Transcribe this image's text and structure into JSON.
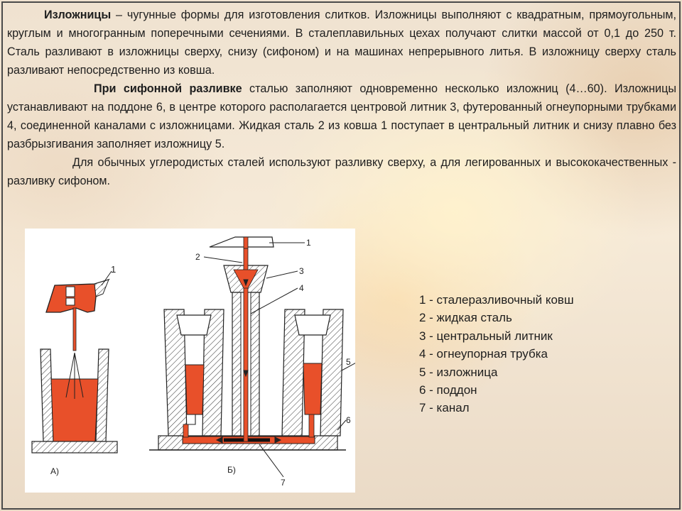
{
  "paragraphs": {
    "p1": {
      "term": "Изложницы",
      "rest": " – чугунные формы для изготовления слитков. Изложницы выполняют с квадратным, прямоугольным, круглым и многогранным поперечными сечениями. В сталеплавильных цехах получают слитки массой от 0,1 до 250 т. Сталь разливают в изложницы сверху, снизу (сифоном) и на машинах непрерывного литья. В изложницу сверху сталь разливают непосредственно из ковша."
    },
    "p2": {
      "term": "При сифонной разливке",
      "rest": " сталью заполняют одновременно несколько изложниц (4…60). Изложницы устанавливают на поддоне 6, в центре которого располагается центровой литник 3, футерованный огнеупорными трубками 4, соединенной каналами с изложницами. Жидкая сталь 2 из ковша 1 поступает в центральный литник и снизу плавно без разбрызгивания заполняет изложницу 5."
    },
    "p3": {
      "text": "Для обычных углеродистых сталей используют разливку сверху, а для легированных и высококачественных - разливку сифоном."
    }
  },
  "figure": {
    "caption_a": "А)",
    "caption_b": "Б)",
    "labels": {
      "n1a": "1",
      "n1": "1",
      "n2": "2",
      "n3": "3",
      "n4": "4",
      "n5": "5",
      "n6": "6",
      "n7": "7"
    }
  },
  "legend": [
    "1 - сталеразливочный ковш",
    "2 - жидкая сталь",
    "3 - центральный литник",
    "4 - огнеупорная трубка",
    "5 - изложница",
    "6 - поддон",
    "7 - канал"
  ],
  "colors": {
    "steel": "#e8502a",
    "outline": "#222222"
  }
}
